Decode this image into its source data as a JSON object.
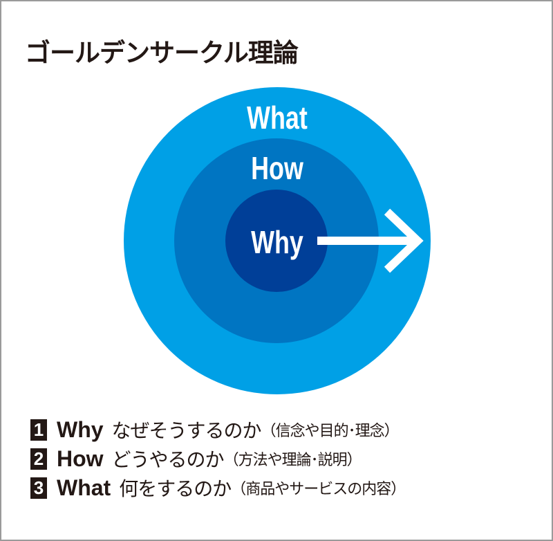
{
  "title": "ゴールデンサークル理論",
  "diagram": {
    "outer_label": "What",
    "middle_label": "How",
    "inner_label": "Why",
    "colors": {
      "outer": "#00a0e6",
      "middle": "#0075c2",
      "inner": "#003f98",
      "arrow": "#ffffff"
    }
  },
  "list": [
    {
      "number": "1",
      "term": "Why",
      "question": "なぜそうするのか",
      "note": "（信念や目的･理念）"
    },
    {
      "number": "2",
      "term": "How",
      "question": "どうやるのか",
      "note": "（方法や理論･説明）"
    },
    {
      "number": "3",
      "term": "What",
      "question": "何をするのか",
      "note": "（商品やサービスの内容）"
    }
  ]
}
